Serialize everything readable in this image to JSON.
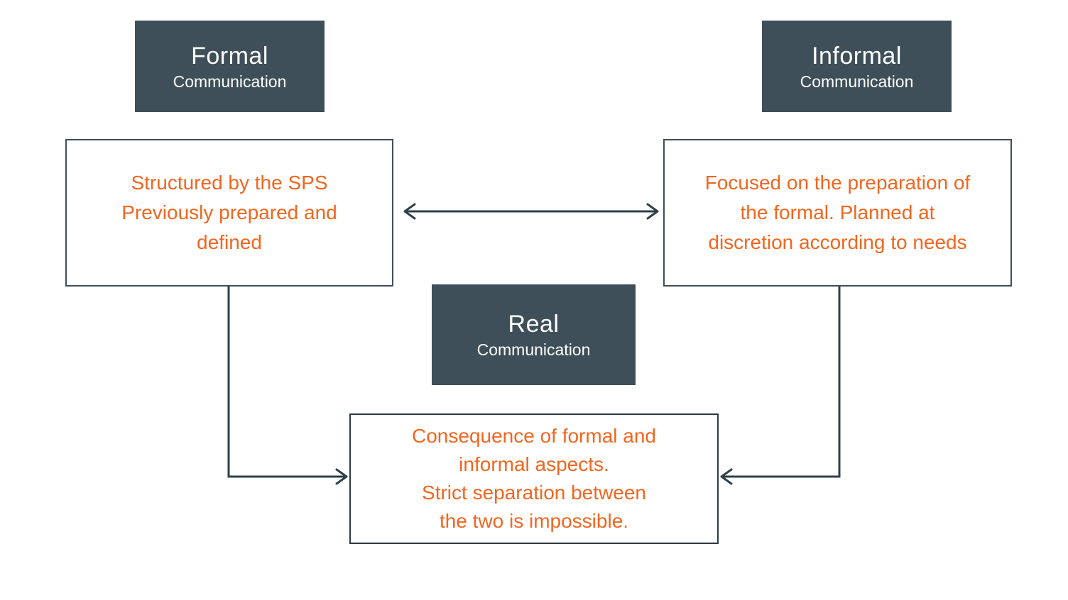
{
  "colors": {
    "header_bg": "#3f4f59",
    "header_text": "#ffffff",
    "accent_text": "#f1661f",
    "box_border": "#3d4d5c",
    "consequence_border": "#2b3a44",
    "arrow": "#2f4049",
    "page_bg": "#ffffff"
  },
  "nodes": {
    "formal": {
      "title": "Formal",
      "subtitle": "Communication"
    },
    "informal": {
      "title": "Informal",
      "subtitle": "Communication"
    },
    "real": {
      "title": "Real",
      "subtitle": "Communication"
    },
    "formal_detail": {
      "text": "Structured by the SPS\nPreviously prepared and\ndefined"
    },
    "informal_detail": {
      "text": "Focused on the preparation of\nthe formal. Planned at\ndiscretion according to needs"
    },
    "consequence": {
      "text": "Consequence of formal and\ninformal aspects.\nStrict separation between\nthe two is impossible."
    }
  }
}
